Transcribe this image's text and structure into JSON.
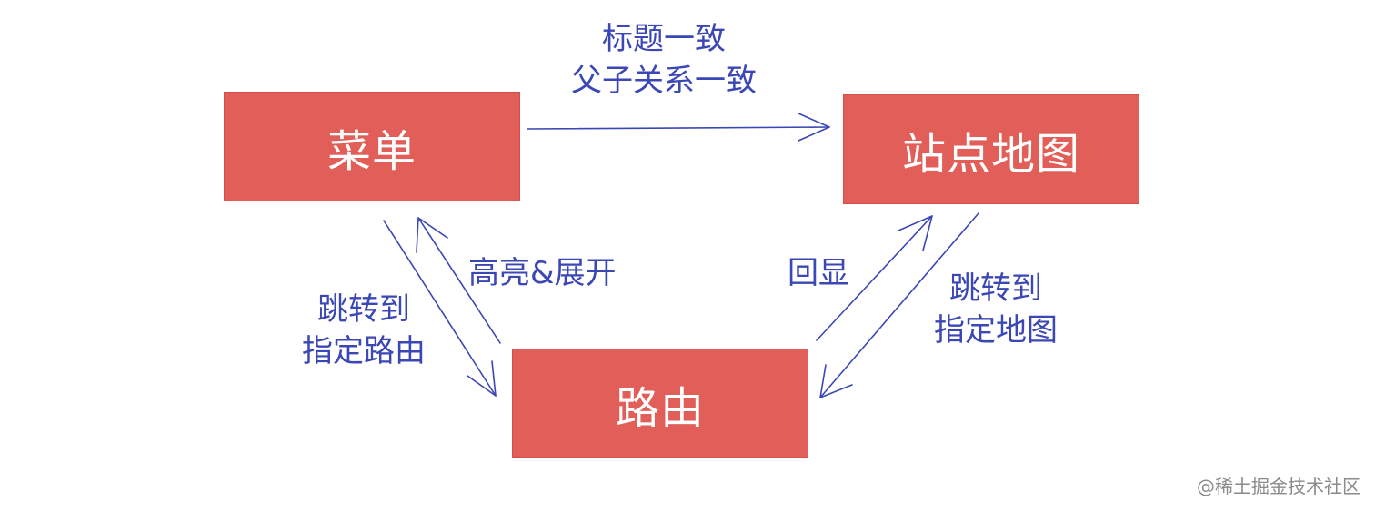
{
  "nodes": {
    "menu": "菜单",
    "sitemap": "站点地图",
    "route": "路由"
  },
  "edges": {
    "menu_to_sitemap": {
      "line1": "标题一致",
      "line2": "父子关系一致"
    },
    "route_to_menu": {
      "line1": "高亮&展开"
    },
    "menu_to_route": {
      "line1": "跳转到",
      "line2": "指定路由"
    },
    "route_to_sitemap": {
      "line1": "回显"
    },
    "sitemap_to_route": {
      "line1": "跳转到",
      "line2": "指定地图"
    }
  },
  "colors": {
    "node_fill": "#e15f58",
    "node_text": "#ffffff",
    "arrow": "#3b47b5",
    "label": "#3b47b5"
  },
  "watermark": "@稀土掘金技术社区"
}
